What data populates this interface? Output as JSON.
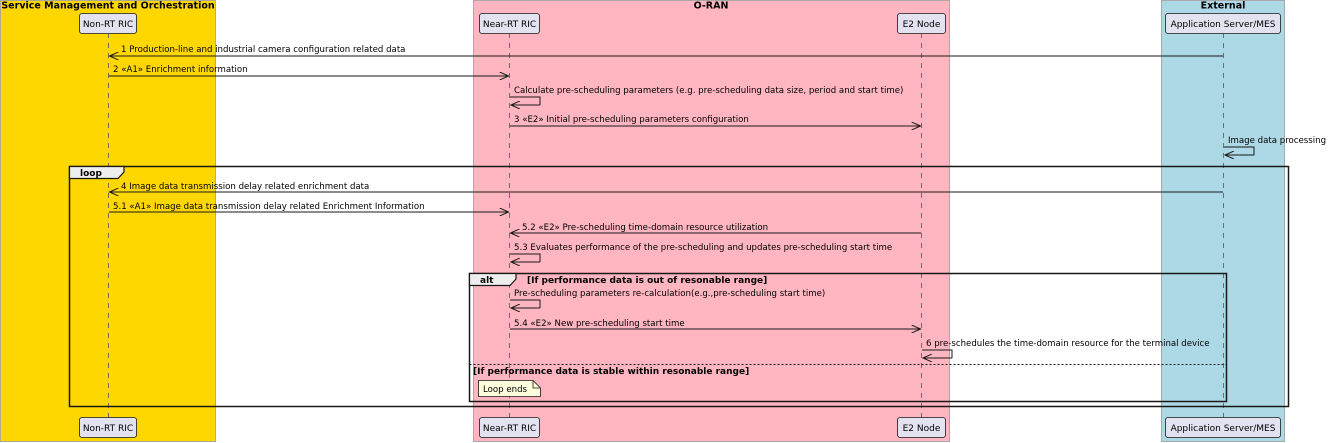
{
  "boxes": [
    {
      "id": "smo",
      "title": "Service Management and Orchestration",
      "color": "#FFD700"
    },
    {
      "id": "oran",
      "title": "O-RAN",
      "color": "#FFB6C1"
    },
    {
      "id": "ext",
      "title": "External",
      "color": "#ADD8E6"
    }
  ],
  "participants": [
    {
      "id": "nonrt",
      "label": "Non-RT RIC"
    },
    {
      "id": "nearrt",
      "label": "Near-RT RIC"
    },
    {
      "id": "e2",
      "label": "E2 Node"
    },
    {
      "id": "app",
      "label": "Application Server/MES"
    }
  ],
  "messages": [
    {
      "from": "app",
      "to": "nonrt",
      "text": "1 Production-line and industrial camera configuration related data"
    },
    {
      "from": "nonrt",
      "to": "nearrt",
      "text": "2 «A1» Enrichment information"
    },
    {
      "from": "nearrt",
      "to": "nearrt",
      "text": "Calculate pre-scheduling parameters (e.g. pre-scheduling data size, period and start time)"
    },
    {
      "from": "nearrt",
      "to": "e2",
      "text": "3 «E2» Initial pre-scheduling parameters configuration"
    },
    {
      "from": "app",
      "to": "app",
      "text": "Image data processing"
    },
    {
      "from": "app",
      "to": "nonrt",
      "text": "4 Image data transmission delay related enrichment data"
    },
    {
      "from": "nonrt",
      "to": "nearrt",
      "text": "5.1 «A1» Image data transmission delay related Enrichment Information"
    },
    {
      "from": "e2",
      "to": "nearrt",
      "text": "5.2 «E2» Pre-scheduling time-domain resource utilization"
    },
    {
      "from": "nearrt",
      "to": "nearrt",
      "text": "5.3  Evaluates performance of the pre-scheduling and updates pre-scheduling start time"
    },
    {
      "from": "nearrt",
      "to": "nearrt",
      "text": "Pre-scheduling parameters re-calculation(e.g.,pre-scheduling start time)"
    },
    {
      "from": "nearrt",
      "to": "e2",
      "text": "5.4 «E2» New pre-scheduling start time"
    },
    {
      "from": "e2",
      "to": "e2",
      "text": "6 pre-schedules the time-domain resource for the terminal device"
    }
  ],
  "loop_frame": {
    "keyword": "loop"
  },
  "alt_frame": {
    "keyword": "alt",
    "condition": "[If performance data is out of resonable range]",
    "else_condition": "[If performance data is stable within resonable range]"
  },
  "note": {
    "text": "Loop ends"
  },
  "colors": {
    "note_fill": "#FEFFDD",
    "participant_fill": "#E2E2F0",
    "arrow": "#181818"
  }
}
